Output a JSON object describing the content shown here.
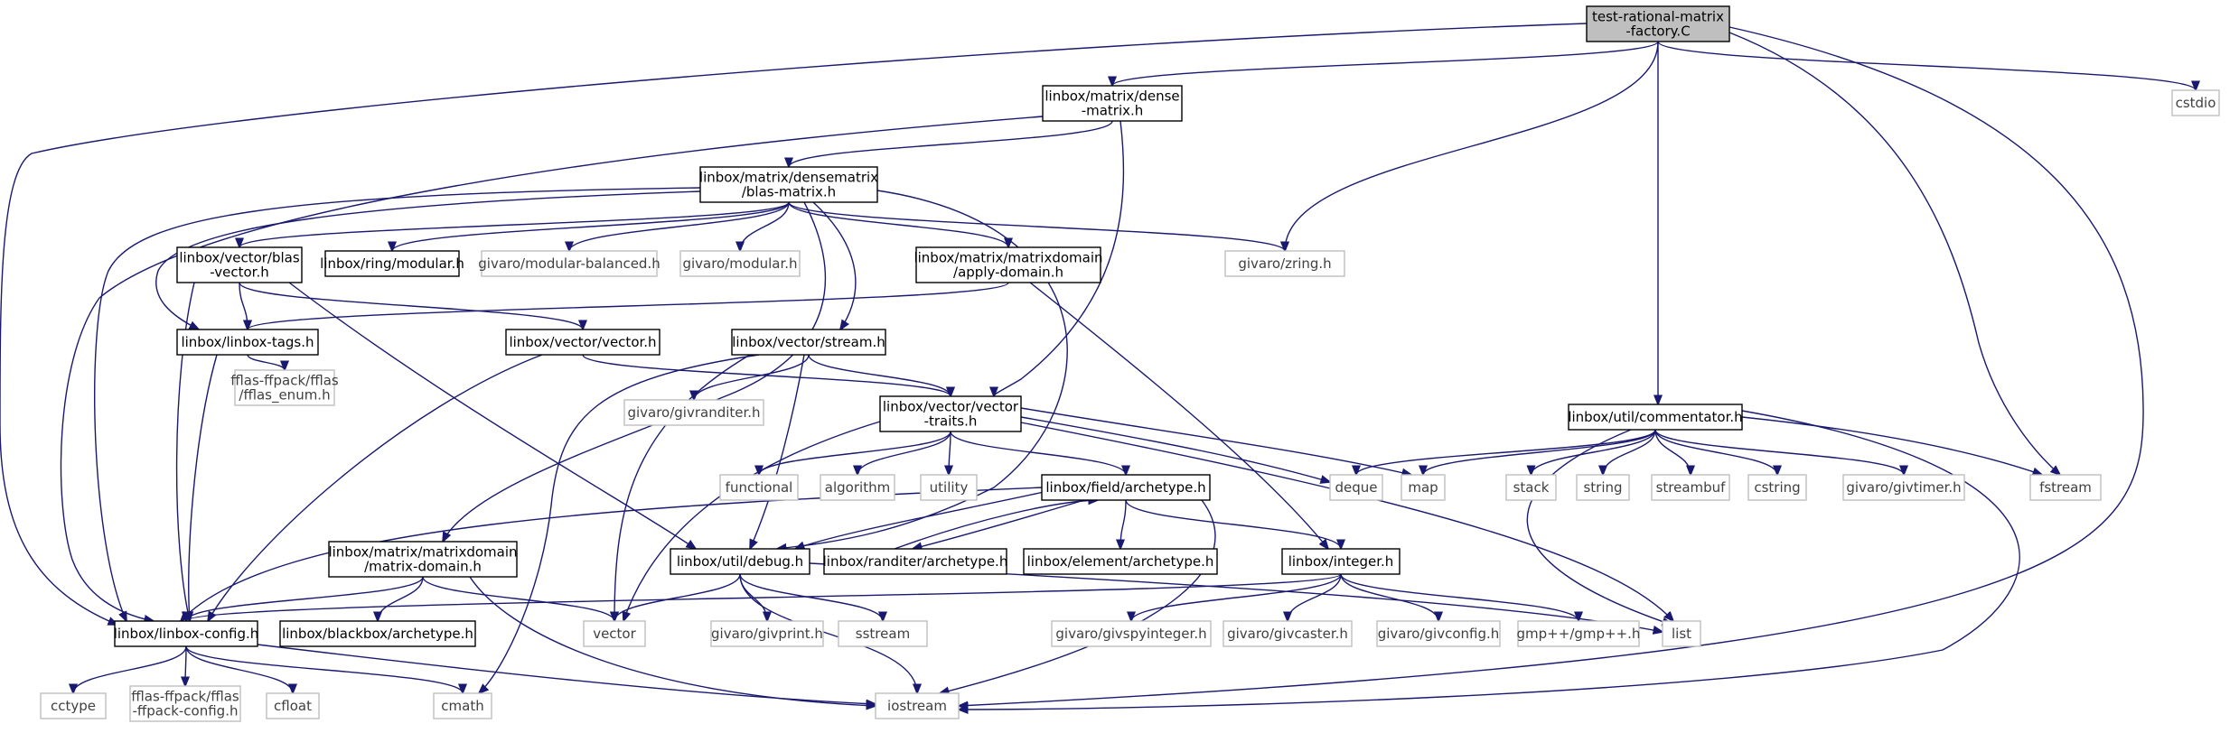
{
  "graph": {
    "nodes": [
      {
        "id": "root",
        "lines": [
          "test-rational-matrix",
          "-factory.C"
        ],
        "kind": "root"
      },
      {
        "id": "dense",
        "lines": [
          "linbox/matrix/dense",
          "-matrix.h"
        ],
        "kind": "local"
      },
      {
        "id": "cstdio",
        "lines": [
          "cstdio"
        ],
        "kind": "sys"
      },
      {
        "id": "blas",
        "lines": [
          "linbox/matrix/densematrix",
          "/blas-matrix.h"
        ],
        "kind": "local"
      },
      {
        "id": "vblas",
        "lines": [
          "linbox/vector/blas",
          "-vector.h"
        ],
        "kind": "local"
      },
      {
        "id": "ringmod",
        "lines": [
          "linbox/ring/modular.h"
        ],
        "kind": "local"
      },
      {
        "id": "givmodbal",
        "lines": [
          "givaro/modular-balanced.h"
        ],
        "kind": "sys"
      },
      {
        "id": "givmod",
        "lines": [
          "givaro/modular.h"
        ],
        "kind": "sys"
      },
      {
        "id": "applydom",
        "lines": [
          "linbox/matrix/matrixdomain",
          "/apply-domain.h"
        ],
        "kind": "local"
      },
      {
        "id": "zring",
        "lines": [
          "givaro/zring.h"
        ],
        "kind": "sys"
      },
      {
        "id": "tags",
        "lines": [
          "linbox/linbox-tags.h"
        ],
        "kind": "local"
      },
      {
        "id": "vvector",
        "lines": [
          "linbox/vector/vector.h"
        ],
        "kind": "local"
      },
      {
        "id": "stream",
        "lines": [
          "linbox/vector/stream.h"
        ],
        "kind": "local"
      },
      {
        "id": "fflasenum",
        "lines": [
          "fflas-ffpack/fflas",
          "/fflas_enum.h"
        ],
        "kind": "sys"
      },
      {
        "id": "givrand",
        "lines": [
          "givaro/givranditer.h"
        ],
        "kind": "sys"
      },
      {
        "id": "vtraits",
        "lines": [
          "linbox/vector/vector",
          "-traits.h"
        ],
        "kind": "local"
      },
      {
        "id": "comment",
        "lines": [
          "linbox/util/commentator.h"
        ],
        "kind": "local"
      },
      {
        "id": "functional",
        "lines": [
          "functional"
        ],
        "kind": "sys"
      },
      {
        "id": "algorithm",
        "lines": [
          "algorithm"
        ],
        "kind": "sys"
      },
      {
        "id": "utility",
        "lines": [
          "utility"
        ],
        "kind": "sys"
      },
      {
        "id": "farch",
        "lines": [
          "linbox/field/archetype.h"
        ],
        "kind": "local"
      },
      {
        "id": "deque",
        "lines": [
          "deque"
        ],
        "kind": "sys"
      },
      {
        "id": "map",
        "lines": [
          "map"
        ],
        "kind": "sys"
      },
      {
        "id": "stack",
        "lines": [
          "stack"
        ],
        "kind": "sys"
      },
      {
        "id": "string",
        "lines": [
          "string"
        ],
        "kind": "sys"
      },
      {
        "id": "streambuf",
        "lines": [
          "streambuf"
        ],
        "kind": "sys"
      },
      {
        "id": "cstring",
        "lines": [
          "cstring"
        ],
        "kind": "sys"
      },
      {
        "id": "givtimer",
        "lines": [
          "givaro/givtimer.h"
        ],
        "kind": "sys"
      },
      {
        "id": "fstream",
        "lines": [
          "fstream"
        ],
        "kind": "sys"
      },
      {
        "id": "mdom",
        "lines": [
          "linbox/matrix/matrixdomain",
          "/matrix-domain.h"
        ],
        "kind": "local"
      },
      {
        "id": "debug",
        "lines": [
          "linbox/util/debug.h"
        ],
        "kind": "local"
      },
      {
        "id": "rarch",
        "lines": [
          "linbox/randiter/archetype.h"
        ],
        "kind": "local"
      },
      {
        "id": "earch",
        "lines": [
          "linbox/element/archetype.h"
        ],
        "kind": "local"
      },
      {
        "id": "integer",
        "lines": [
          "linbox/integer.h"
        ],
        "kind": "local"
      },
      {
        "id": "config",
        "lines": [
          "linbox/linbox-config.h"
        ],
        "kind": "local"
      },
      {
        "id": "barch",
        "lines": [
          "linbox/blackbox/archetype.h"
        ],
        "kind": "local"
      },
      {
        "id": "vector",
        "lines": [
          "vector"
        ],
        "kind": "sys"
      },
      {
        "id": "givprint",
        "lines": [
          "givaro/givprint.h"
        ],
        "kind": "sys"
      },
      {
        "id": "sstream",
        "lines": [
          "sstream"
        ],
        "kind": "sys"
      },
      {
        "id": "givspy",
        "lines": [
          "givaro/givspyinteger.h"
        ],
        "kind": "sys"
      },
      {
        "id": "givcaster",
        "lines": [
          "givaro/givcaster.h"
        ],
        "kind": "sys"
      },
      {
        "id": "givconfig",
        "lines": [
          "givaro/givconfig.h"
        ],
        "kind": "sys"
      },
      {
        "id": "gmp",
        "lines": [
          "gmp++/gmp++.h"
        ],
        "kind": "sys"
      },
      {
        "id": "list",
        "lines": [
          "list"
        ],
        "kind": "sys"
      },
      {
        "id": "cctype",
        "lines": [
          "cctype"
        ],
        "kind": "sys"
      },
      {
        "id": "fflasconf",
        "lines": [
          "fflas-ffpack/fflas",
          "-ffpack-config.h"
        ],
        "kind": "sys"
      },
      {
        "id": "cfloat",
        "lines": [
          "cfloat"
        ],
        "kind": "sys"
      },
      {
        "id": "cmath",
        "lines": [
          "cmath"
        ],
        "kind": "sys"
      },
      {
        "id": "iostream",
        "lines": [
          "iostream"
        ],
        "kind": "sys"
      }
    ],
    "edges": [
      [
        "root",
        "dense"
      ],
      [
        "root",
        "cstdio"
      ],
      [
        "root",
        "zring"
      ],
      [
        "root",
        "comment"
      ],
      [
        "root",
        "fstream"
      ],
      [
        "root",
        "config"
      ],
      [
        "root",
        "iostream"
      ],
      [
        "dense",
        "blas"
      ],
      [
        "dense",
        "config"
      ],
      [
        "dense",
        "vtraits"
      ],
      [
        "blas",
        "vblas"
      ],
      [
        "blas",
        "ringmod"
      ],
      [
        "blas",
        "givmodbal"
      ],
      [
        "blas",
        "givmod"
      ],
      [
        "blas",
        "applydom"
      ],
      [
        "blas",
        "zring"
      ],
      [
        "blas",
        "tags"
      ],
      [
        "blas",
        "config"
      ],
      [
        "blas",
        "stream"
      ],
      [
        "blas",
        "mdom"
      ],
      [
        "blas",
        "debug"
      ],
      [
        "vblas",
        "tags"
      ],
      [
        "vblas",
        "vvector"
      ],
      [
        "vblas",
        "config"
      ],
      [
        "vblas",
        "debug"
      ],
      [
        "applydom",
        "tags"
      ],
      [
        "applydom",
        "integer"
      ],
      [
        "tags",
        "fflasenum"
      ],
      [
        "tags",
        "config"
      ],
      [
        "vvector",
        "vtraits"
      ],
      [
        "vvector",
        "config"
      ],
      [
        "stream",
        "givrand"
      ],
      [
        "stream",
        "vtraits"
      ],
      [
        "stream",
        "debug"
      ],
      [
        "stream",
        "vector"
      ],
      [
        "stream",
        "cmath"
      ],
      [
        "vtraits",
        "functional"
      ],
      [
        "vtraits",
        "algorithm"
      ],
      [
        "vtraits",
        "utility"
      ],
      [
        "vtraits",
        "farch"
      ],
      [
        "vtraits",
        "deque"
      ],
      [
        "vtraits",
        "map"
      ],
      [
        "vtraits",
        "list"
      ],
      [
        "vtraits",
        "vector"
      ],
      [
        "comment",
        "deque"
      ],
      [
        "comment",
        "map"
      ],
      [
        "comment",
        "stack"
      ],
      [
        "comment",
        "string"
      ],
      [
        "comment",
        "streambuf"
      ],
      [
        "comment",
        "cstring"
      ],
      [
        "comment",
        "givtimer"
      ],
      [
        "comment",
        "fstream"
      ],
      [
        "comment",
        "list"
      ],
      [
        "comment",
        "iostream"
      ],
      [
        "farch",
        "debug"
      ],
      [
        "farch",
        "rarch"
      ],
      [
        "farch",
        "earch"
      ],
      [
        "farch",
        "integer"
      ],
      [
        "farch",
        "config"
      ],
      [
        "farch",
        "iostream"
      ],
      [
        "rarch",
        "farch"
      ],
      [
        "mdom",
        "config"
      ],
      [
        "mdom",
        "barch"
      ],
      [
        "mdom",
        "vector"
      ],
      [
        "mdom",
        "iostream"
      ],
      [
        "debug",
        "vector"
      ],
      [
        "debug",
        "givprint"
      ],
      [
        "debug",
        "sstream"
      ],
      [
        "debug",
        "iostream"
      ],
      [
        "debug",
        "list"
      ],
      [
        "integer",
        "givspy"
      ],
      [
        "integer",
        "givcaster"
      ],
      [
        "integer",
        "givconfig"
      ],
      [
        "integer",
        "gmp"
      ],
      [
        "integer",
        "config"
      ],
      [
        "config",
        "cctype"
      ],
      [
        "config",
        "fflasconf"
      ],
      [
        "config",
        "cfloat"
      ],
      [
        "config",
        "cmath"
      ],
      [
        "config",
        "iostream"
      ]
    ]
  }
}
